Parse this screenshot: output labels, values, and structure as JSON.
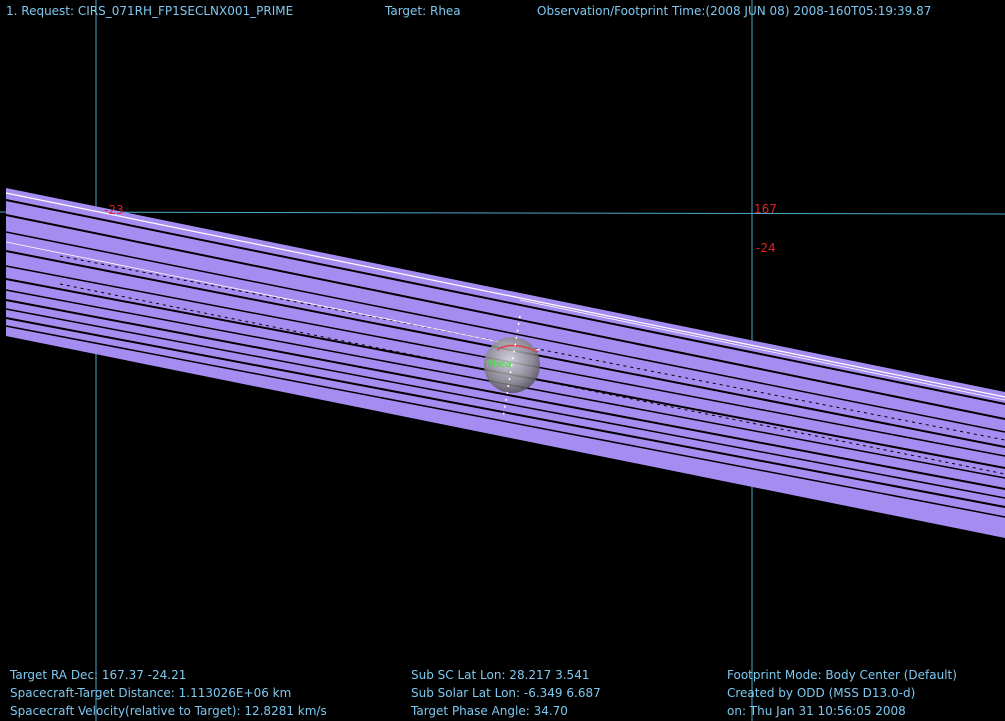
{
  "header": {
    "request": "1. Request: CIRS_071RH_FP1SECLNX001_PRIME",
    "target": "Target: Rhea",
    "time": "Observation/Footprint Time:(2008 JUN 08) 2008-160T05:19:39.87"
  },
  "grid_labels": {
    "left_dec": "-23",
    "ra": "167",
    "right_dec": "-24"
  },
  "target_label": "Rhea",
  "footer": {
    "left": [
      "Target RA Dec: 167.37  -24.21",
      "Spacecraft-Target Distance: 1.113026E+06 km",
      "Spacecraft Velocity(relative to Target): 12.8281 km/s"
    ],
    "middle": [
      "Sub SC Lat Lon: 28.217   3.541",
      "Sub Solar Lat Lon: -6.349   6.687",
      "Target Phase Angle: 34.70"
    ],
    "right": [
      "Footprint Mode: Body Center (Default)",
      "Created by ODD (MSS D13.0-d)",
      "on: Thu Jan 31 10:56:05 2008"
    ]
  },
  "colors": {
    "background": "#000000",
    "text": "#7ec8f0",
    "grid": "#4aa8c8",
    "footprint": "#a58cf0",
    "grid_label": "#e02020",
    "target_label": "#40e040"
  }
}
